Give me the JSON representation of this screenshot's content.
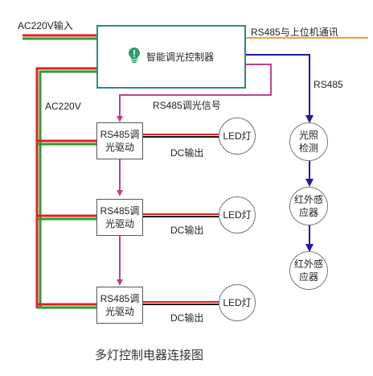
{
  "colors": {
    "ac_red": "#e02020",
    "ac_green": "#2e9e2e",
    "rs485_magenta": "#c0408f",
    "rs485_blue": "#1a1aa6",
    "comm_orange": "#e8a33d",
    "controller_border": "#2b8a8a",
    "bulb_icon": "#2e9e6e"
  },
  "labels": {
    "ac_input": "AC220V输入",
    "ac_bus": "AC220V",
    "upper_comm": "RS485与上位机通讯",
    "rs485_sensor": "RS485",
    "rs485_dimming_signal": "RS485调光信号",
    "caption": "多灯控制电器连接图"
  },
  "controller": {
    "label": "智能调光控制器",
    "icon": "lightbulb-icon"
  },
  "drivers": [
    {
      "label": "RS485调光驱动",
      "output_label": "DC输出",
      "led_label": "LED灯"
    },
    {
      "label": "RS485调光驱动",
      "output_label": "DC输出",
      "led_label": "LED灯"
    },
    {
      "label": "RS485调光驱动",
      "output_label": "DC输出",
      "led_label": "LED灯"
    }
  ],
  "sensors": [
    {
      "label": "光照检测"
    },
    {
      "label": "红外感应器"
    },
    {
      "label": "红外感应器"
    }
  ]
}
